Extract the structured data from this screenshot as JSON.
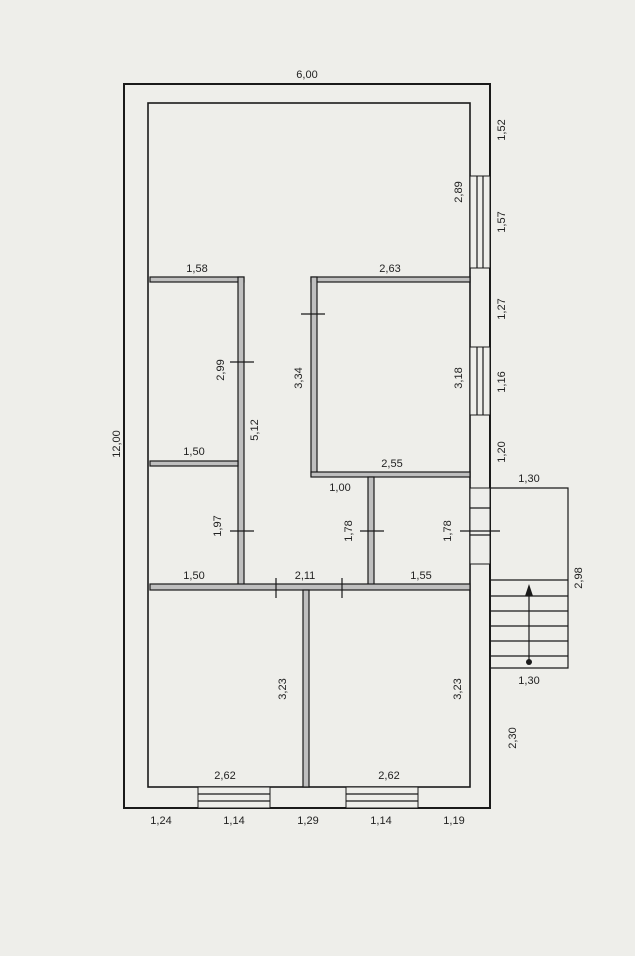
{
  "plan": {
    "outer": {
      "width": "6,00",
      "height": "12,00"
    },
    "right_side": [
      "1,52",
      "1,57",
      "1,27",
      "1,16",
      "1,20",
      "2,30"
    ],
    "bottom_side": [
      "1,24",
      "1,14",
      "1,29",
      "1,14",
      "1,19"
    ],
    "rooms": {
      "top_left_width": "1,58",
      "top_left_height": "2,99",
      "top_right_width": "2,63",
      "top_right_height": "3,34",
      "window_upper_height": "2,89",
      "window_lower_height": "3,18",
      "left_partition_height": "5,12",
      "mid_left_width": "1,50",
      "mid_left_height": "1,97",
      "lower_left_width": "1,50",
      "corridor_width": "2,11",
      "corridor_opening": "1,00",
      "hall_width": "2,55",
      "hall_left_height": "1,78",
      "hall_right_height": "1,78",
      "hall_bottom_width": "1,55",
      "bottom_left_height": "3,23",
      "bottom_right_height": "3,23",
      "bottom_left_width": "2,62",
      "bottom_right_width": "2,62"
    },
    "porch": {
      "top_width": "1,30",
      "height": "2,98",
      "bottom_width": "1,30"
    }
  }
}
